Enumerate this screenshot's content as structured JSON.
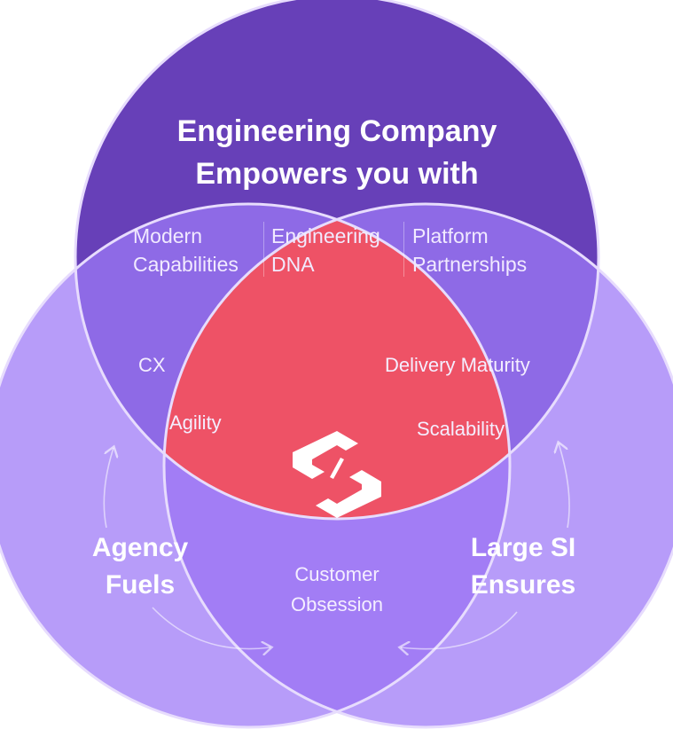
{
  "top_circle": {
    "title_line1": "Engineering Company",
    "title_line2": "Empowers you with",
    "pillars": [
      {
        "line1": "Modern",
        "line2": "Capabilities"
      },
      {
        "line1": "Engineering",
        "line2": "DNA"
      },
      {
        "line1": "Platform",
        "line2": "Partnerships"
      }
    ]
  },
  "left_circle": {
    "line1": "Agency",
    "line2": "Fuels"
  },
  "right_circle": {
    "line1": "Large SI",
    "line2": "Ensures"
  },
  "overlaps": {
    "top_left": [
      "CX",
      "Agility"
    ],
    "top_right": [
      "Delivery Maturity",
      "Scalability"
    ],
    "bottom": {
      "line1": "Customer",
      "line2": "Obsession"
    }
  },
  "center_icon": "brand-logo-icon",
  "colors": {
    "top": "#6740b8",
    "sides": "#b79cf9",
    "side_overlap": "#8e6ae6",
    "bottom_overlap": "#a27df5",
    "center": "#ee5266",
    "outline": "#e7dcfd"
  }
}
